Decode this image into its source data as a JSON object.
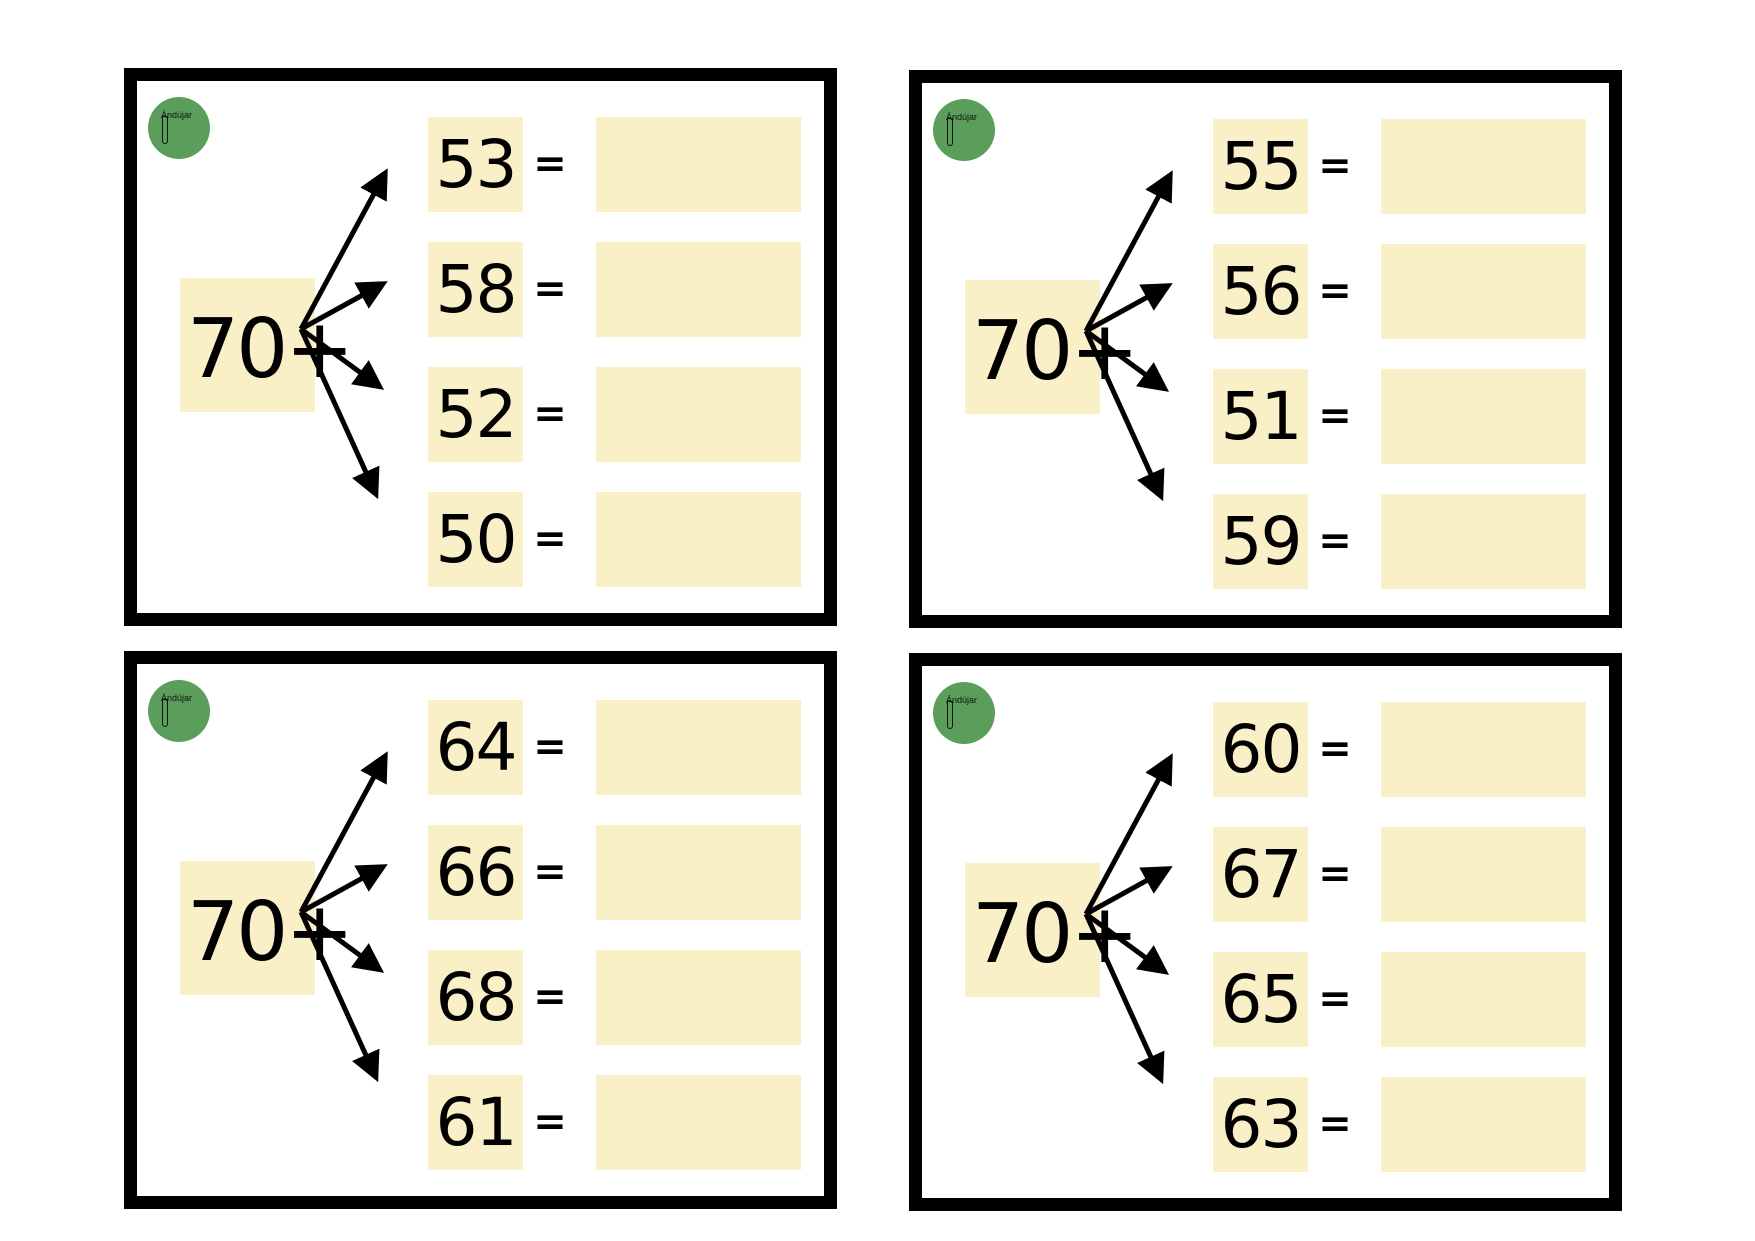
{
  "logo": {
    "text": "Ándújar"
  },
  "equals_sign": "=",
  "cards": [
    {
      "base": "70+",
      "numbers": [
        "53",
        "58",
        "52",
        "50"
      ]
    },
    {
      "base": "70+",
      "numbers": [
        "55",
        "56",
        "51",
        "59"
      ]
    },
    {
      "base": "70+",
      "numbers": [
        "64",
        "66",
        "68",
        "61"
      ]
    },
    {
      "base": "70+",
      "numbers": [
        "60",
        "67",
        "65",
        "63"
      ]
    }
  ]
}
